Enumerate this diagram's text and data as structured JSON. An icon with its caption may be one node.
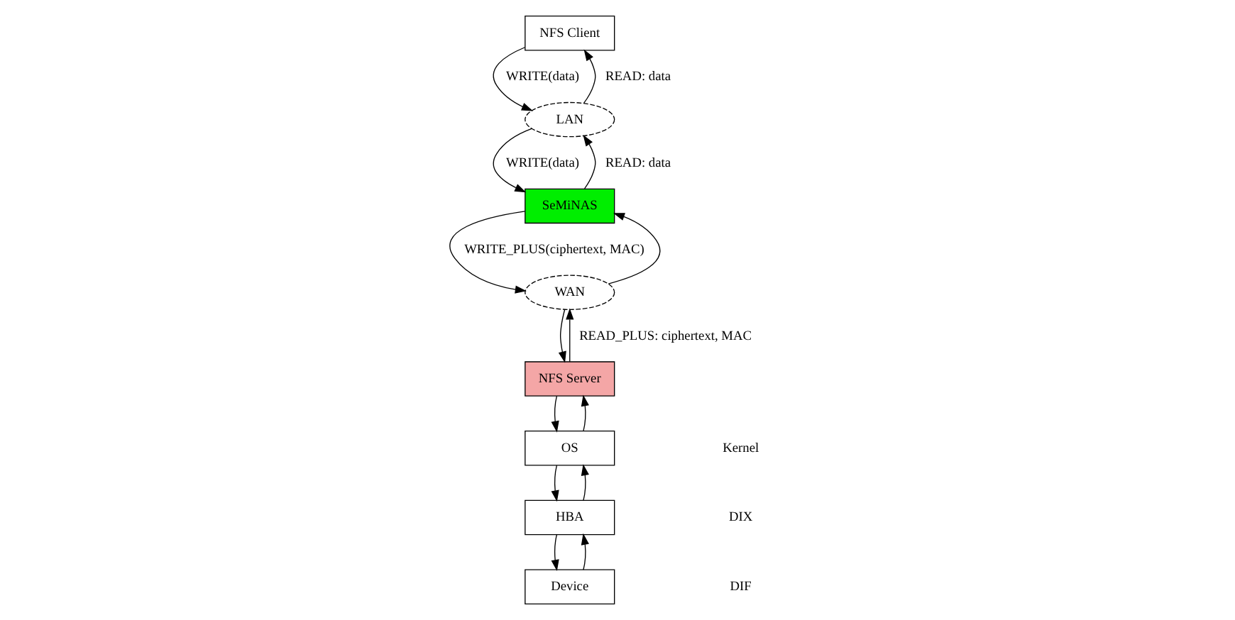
{
  "diagram": {
    "nodes": [
      {
        "text": [
          "NFS Client"
        ]
      },
      {
        "text": [
          "LAN"
        ]
      },
      {
        "text": [
          "SeMiNAS"
        ]
      },
      {
        "text": [
          "WAN"
        ]
      },
      {
        "text": [
          "NFS Server"
        ]
      },
      {
        "text": [
          "OS"
        ]
      },
      {
        "text": [
          "HBA"
        ]
      },
      {
        "text": [
          "Device"
        ]
      }
    ],
    "edges": [
      {
        "from": 0,
        "to": 1,
        "arrow": "to",
        "label": "WRITE(data)"
      },
      {
        "from": 1,
        "to": 0,
        "arrow": "to",
        "label": "READ: data"
      },
      {
        "from": 1,
        "to": 2,
        "arrow": "to",
        "label": "WRITE(data)"
      },
      {
        "from": 2,
        "to": 1,
        "arrow": "to",
        "label": "READ: data"
      },
      {
        "from": 2,
        "to": 3,
        "arrow": "to",
        "label": "WRITE_PLUS(ciphertext, MAC)"
      },
      {
        "from": 3,
        "to": 2,
        "arrow": "to"
      },
      {
        "from": 3,
        "to": 4,
        "arrow": "to"
      },
      {
        "from": 4,
        "to": 3,
        "arrow": "to",
        "label": "READ_PLUS: ciphertext, MAC"
      },
      {
        "from": 4,
        "to": 5,
        "arrow": "to"
      },
      {
        "from": 5,
        "to": 4,
        "arrow": "to"
      },
      {
        "from": 5,
        "to": 6,
        "arrow": "to"
      },
      {
        "from": 6,
        "to": 5,
        "arrow": "to"
      },
      {
        "from": 6,
        "to": 7,
        "arrow": "to"
      },
      {
        "from": 7,
        "to": 6,
        "arrow": "to"
      }
    ],
    "labels": [
      "Kernel",
      "DIX",
      "DIF"
    ]
  }
}
